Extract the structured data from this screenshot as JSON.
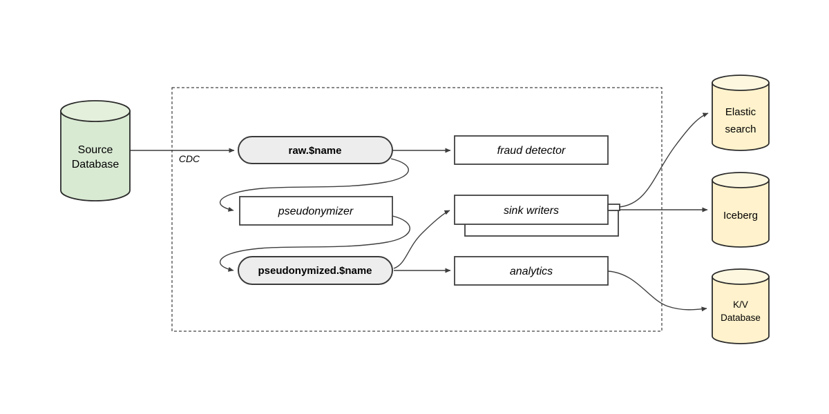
{
  "diagram": {
    "colors": {
      "source_fill": "#d9ead3",
      "source_fill_top": "#e4f0dc",
      "topic_fill": "#ededed",
      "sink_fill": "#fff2cc",
      "sink_fill_top": "#fdf7e0",
      "line": "#3d3d3d",
      "background": "#ffffff"
    },
    "source_db": {
      "lines": [
        "Source",
        "Database"
      ]
    },
    "edge_labels": {
      "cdc": "CDC"
    },
    "pipeline": {
      "raw_topic": "raw.$name",
      "fraud_detector": "fraud detector",
      "pseudonymizer": "pseudonymizer",
      "pseudonymized_topic": "pseudonymized.$name",
      "sink_writers": "sink writers",
      "analytics": "analytics"
    },
    "sinks": {
      "elastic": {
        "lines": [
          "Elastic",
          "search"
        ]
      },
      "iceberg": {
        "lines": [
          "Iceberg"
        ]
      },
      "kv": {
        "lines": [
          "K/V",
          "Database"
        ]
      }
    }
  }
}
